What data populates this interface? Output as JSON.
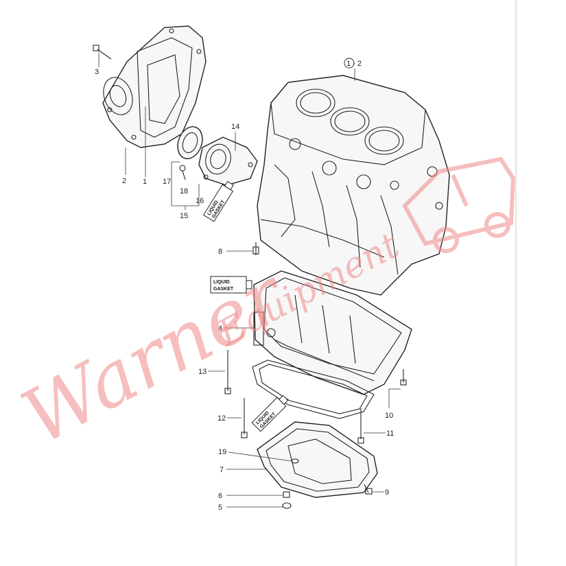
{
  "callouts": {
    "c1_2": "1 - 2",
    "c3": "3",
    "c2": "2",
    "c1": "1",
    "c14": "14",
    "c17": "17",
    "c18": "18",
    "c16": "16",
    "c15": "15",
    "c8": "8",
    "c4": "4",
    "c13": "13",
    "c12": "12",
    "c10": "10",
    "c11": "11",
    "c19": "19",
    "c7": "7",
    "c6": "6",
    "c5": "5",
    "c9": "9"
  },
  "tubes": {
    "t1_line1": "LIQUID",
    "t1_line2": "GASKET",
    "t2_line1": "LIQUID",
    "t2_line2": "GASKET",
    "t3_line1": "LIQUID",
    "t3_line2": "GASKET"
  },
  "watermark": {
    "text": "Warner Equipment"
  },
  "colors": {
    "watermark": "#f08a8a",
    "line": "#222222"
  }
}
